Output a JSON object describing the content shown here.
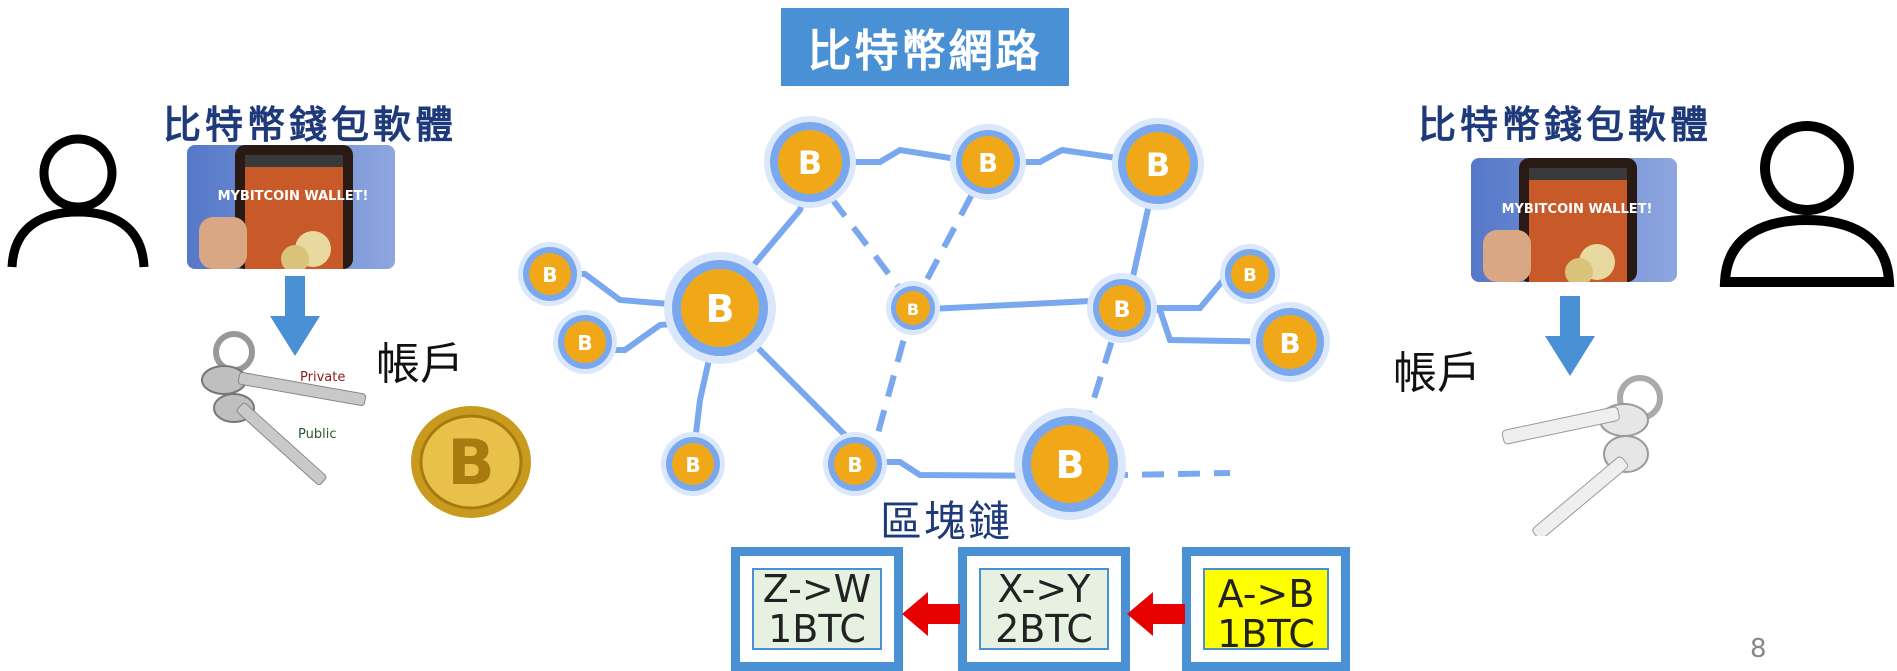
{
  "title": "比特幣網路",
  "left_user": {
    "wallet_label": "比特幣錢包軟體",
    "account_label": "帳戶",
    "screen_text": "MYBITCOIN WALLET!",
    "key_private": "Private",
    "key_public": "Public"
  },
  "right_user": {
    "wallet_label": "比特幣錢包軟體",
    "account_label": "帳戶",
    "screen_text": "MYBITCOIN WALLET!"
  },
  "network": {
    "node_symbol": "B"
  },
  "blockchain": {
    "label": "區塊鏈",
    "blocks": [
      {
        "line1": "Z->W",
        "line2": "1BTC"
      },
      {
        "line1": "X->Y",
        "line2": "2BTC"
      },
      {
        "line1": "A->B",
        "line2": "1BTC",
        "highlight": true
      }
    ]
  },
  "colors": {
    "title_bg": "#4a90d4",
    "wallet_text": "#1f3a7a",
    "coin": "#f0a818",
    "link": "#7aa8ee",
    "arrow_blue": "#4a90d4",
    "arrow_red": "#e60000",
    "highlight": "#ffff00"
  },
  "page_number": "8"
}
